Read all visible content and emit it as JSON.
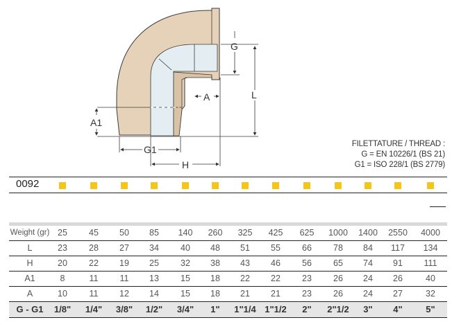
{
  "drawing": {
    "title": "90° elbow male-female technical drawing",
    "dimension_labels": {
      "G": "G",
      "A": "A",
      "L": "L",
      "A1": "A1",
      "G1": "G1",
      "H": "H"
    },
    "colors": {
      "body": "#e6d2b8",
      "bore": "#e4edf2",
      "outline": "#3a3a3a"
    }
  },
  "thread_note": {
    "line1": "FILETTATURE / THREAD :",
    "line2": "G = EN 10226/1 (BS 21)",
    "line3": "G1 = ISO 228/1 (BS 2779)"
  },
  "code_row": {
    "code": "0092",
    "marker_color": "#f5c518",
    "marker_count": 13
  },
  "table": {
    "column_x": [
      90,
      135,
      179,
      222,
      267,
      310,
      353,
      397,
      442,
      487,
      530,
      573,
      620
    ],
    "rows": [
      {
        "label": "Weight (gr)",
        "values": [
          "25",
          "45",
          "50",
          "85",
          "140",
          "260",
          "325",
          "425",
          "625",
          "1000",
          "1400",
          "2550",
          "4000"
        ]
      },
      {
        "label": "L",
        "values": [
          "23",
          "28",
          "27",
          "34",
          "40",
          "48",
          "51",
          "55",
          "66",
          "78",
          "84",
          "117",
          "134"
        ]
      },
      {
        "label": "H",
        "values": [
          "20",
          "22",
          "19",
          "25",
          "32",
          "38",
          "43",
          "46",
          "56",
          "65",
          "74",
          "91",
          "111"
        ]
      },
      {
        "label": "A1",
        "values": [
          "8",
          "11",
          "11",
          "13",
          "15",
          "18",
          "22",
          "22",
          "23",
          "26",
          "24",
          "26",
          "40"
        ]
      },
      {
        "label": "A",
        "values": [
          "10",
          "11",
          "12",
          "14",
          "15",
          "18",
          "21",
          "21",
          "23",
          "26",
          "24",
          "27",
          "32"
        ]
      },
      {
        "label": "G - G1",
        "values": [
          "1/8\"",
          "1/4\"",
          "3/8\"",
          "1/2\"",
          "3/4\"",
          "1\"",
          "1\"1/4",
          "1\"1/2",
          "2\"",
          "2\"1/2",
          "3\"",
          "4\"",
          "5\""
        ]
      }
    ]
  }
}
